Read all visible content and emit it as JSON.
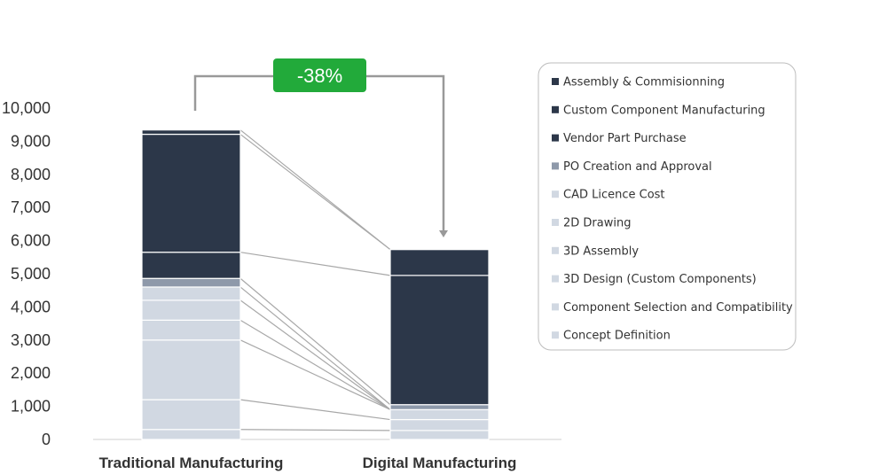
{
  "chart_data": {
    "type": "bar",
    "stacked": true,
    "categories": [
      "Traditional Manufacturing",
      "Digital Manufacturing"
    ],
    "ylim": [
      0,
      10000
    ],
    "yticks": [
      0,
      1000,
      2000,
      3000,
      4000,
      5000,
      6000,
      7000,
      8000,
      9000,
      10000
    ],
    "ytick_labels": [
      "0",
      "1,000",
      "2,000",
      "3,000",
      "4,000",
      "5,000",
      "6,000",
      "7,000",
      "8,000",
      "9,000",
      "10,000"
    ],
    "series": [
      {
        "name": "Concept Definition",
        "values": [
          300,
          270
        ],
        "color": "#d1d8e2"
      },
      {
        "name": "Component Selection and Compatibility",
        "values": [
          900,
          330
        ],
        "color": "#d1d8e2"
      },
      {
        "name": "3D Design (Custom Components)",
        "values": [
          1800,
          300
        ],
        "color": "#d1d8e2"
      },
      {
        "name": "3D Assembly",
        "values": [
          600,
          0
        ],
        "color": "#d1d8e2"
      },
      {
        "name": "2D Drawing",
        "values": [
          600,
          0
        ],
        "color": "#d1d8e2"
      },
      {
        "name": "CAD Licence Cost",
        "values": [
          400,
          0
        ],
        "color": "#d1d8e2"
      },
      {
        "name": "PO Creation and Approval",
        "values": [
          260,
          150
        ],
        "color": "#8e99aa"
      },
      {
        "name": "Vendor Part Purchase",
        "values": [
          790,
          3900
        ],
        "color": "#2c3749"
      },
      {
        "name": "Custom Component Manufacturing",
        "values": [
          3560,
          780
        ],
        "color": "#2c3749"
      },
      {
        "name": "Assembly & Commisionning",
        "values": [
          130,
          0
        ],
        "color": "#2c3749"
      }
    ],
    "legend_order": [
      "Assembly & Commisionning",
      "Custom Component Manufacturing",
      "Vendor Part Purchase",
      "PO Creation and Approval",
      "CAD Licence Cost",
      "2D Drawing",
      "3D Assembly",
      "3D Design (Custom Components)",
      "Component Selection and Compatibility",
      "Concept Definition"
    ],
    "legend_position": "right",
    "annotation": {
      "text": "-38%",
      "color": "#22aa3a"
    },
    "grid": false
  }
}
